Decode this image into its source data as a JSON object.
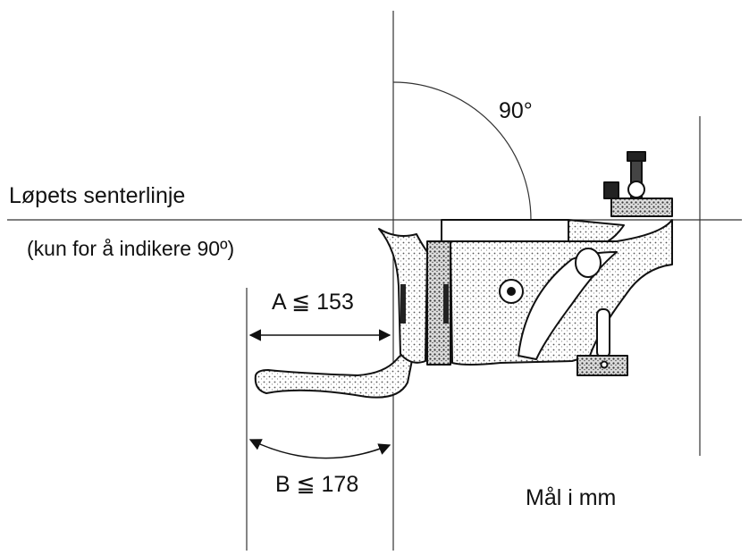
{
  "labels": {
    "centerline": "Løpets senterlinje",
    "note": "(kun for å indikere 90º)",
    "angle": "90°",
    "dim_a": "A ≦ 153",
    "dim_b": "B ≦ 178",
    "units": "Mål i mm"
  },
  "values": {
    "angle_deg": 90,
    "a_max_mm": 153,
    "b_max_mm": 178
  }
}
